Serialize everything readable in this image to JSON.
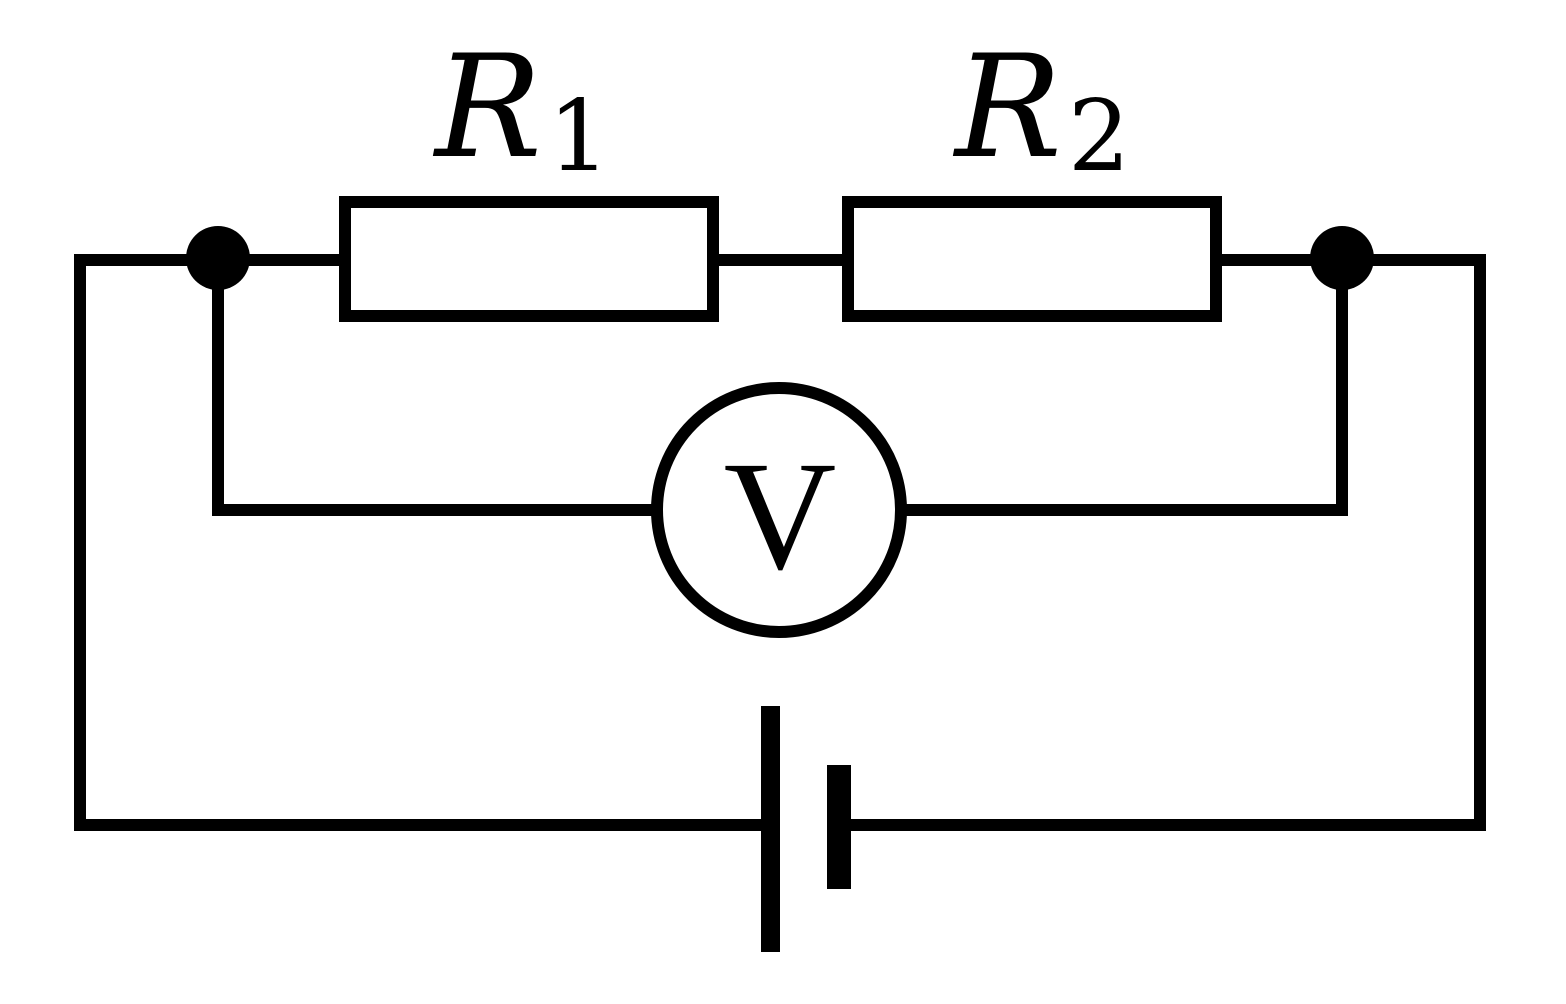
{
  "components": {
    "r1": {
      "symbol": "R",
      "subscript": "1"
    },
    "r2": {
      "symbol": "R",
      "subscript": "2"
    },
    "voltmeter": {
      "symbol": "V"
    }
  },
  "colors": {
    "line": "#000000",
    "background": "#ffffff"
  }
}
